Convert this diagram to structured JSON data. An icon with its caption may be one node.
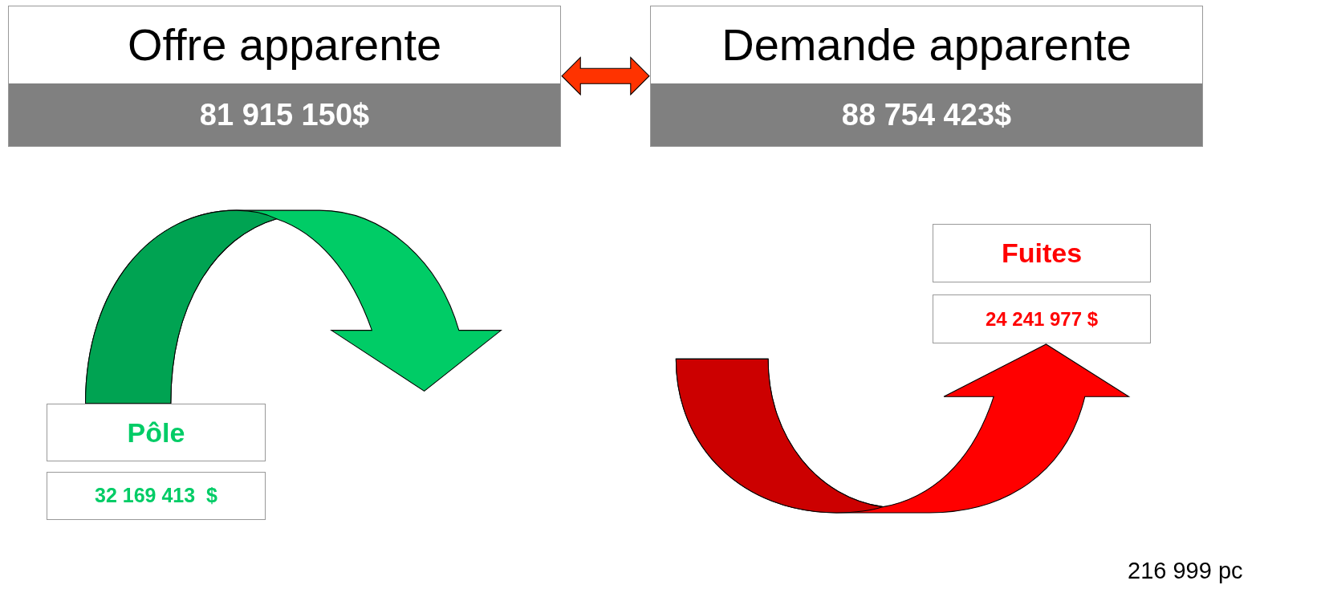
{
  "diagram": {
    "nodes": [
      {
        "text": [
          "Offre apparente",
          "81 915 150$"
        ]
      },
      {
        "text": [
          "Demande apparente",
          "88 754 423$"
        ]
      },
      {
        "text": [
          "Pôle"
        ]
      },
      {
        "text": [
          "32 169 413  $"
        ]
      },
      {
        "text": [
          "Fuites"
        ]
      },
      {
        "text": [
          "24 241 977 $"
        ]
      }
    ],
    "edges": [
      {
        "from": 0,
        "to": 1,
        "arrow": "both",
        "color": "#ff3300"
      },
      {
        "from": 2,
        "to": null,
        "arrow": "to",
        "style": "thick",
        "color": "#00cc66"
      },
      {
        "from": null,
        "to": 5,
        "arrow": "to",
        "style": "thick",
        "color": "#ff0000"
      }
    ],
    "labels": [
      "216 999 pc"
    ]
  }
}
